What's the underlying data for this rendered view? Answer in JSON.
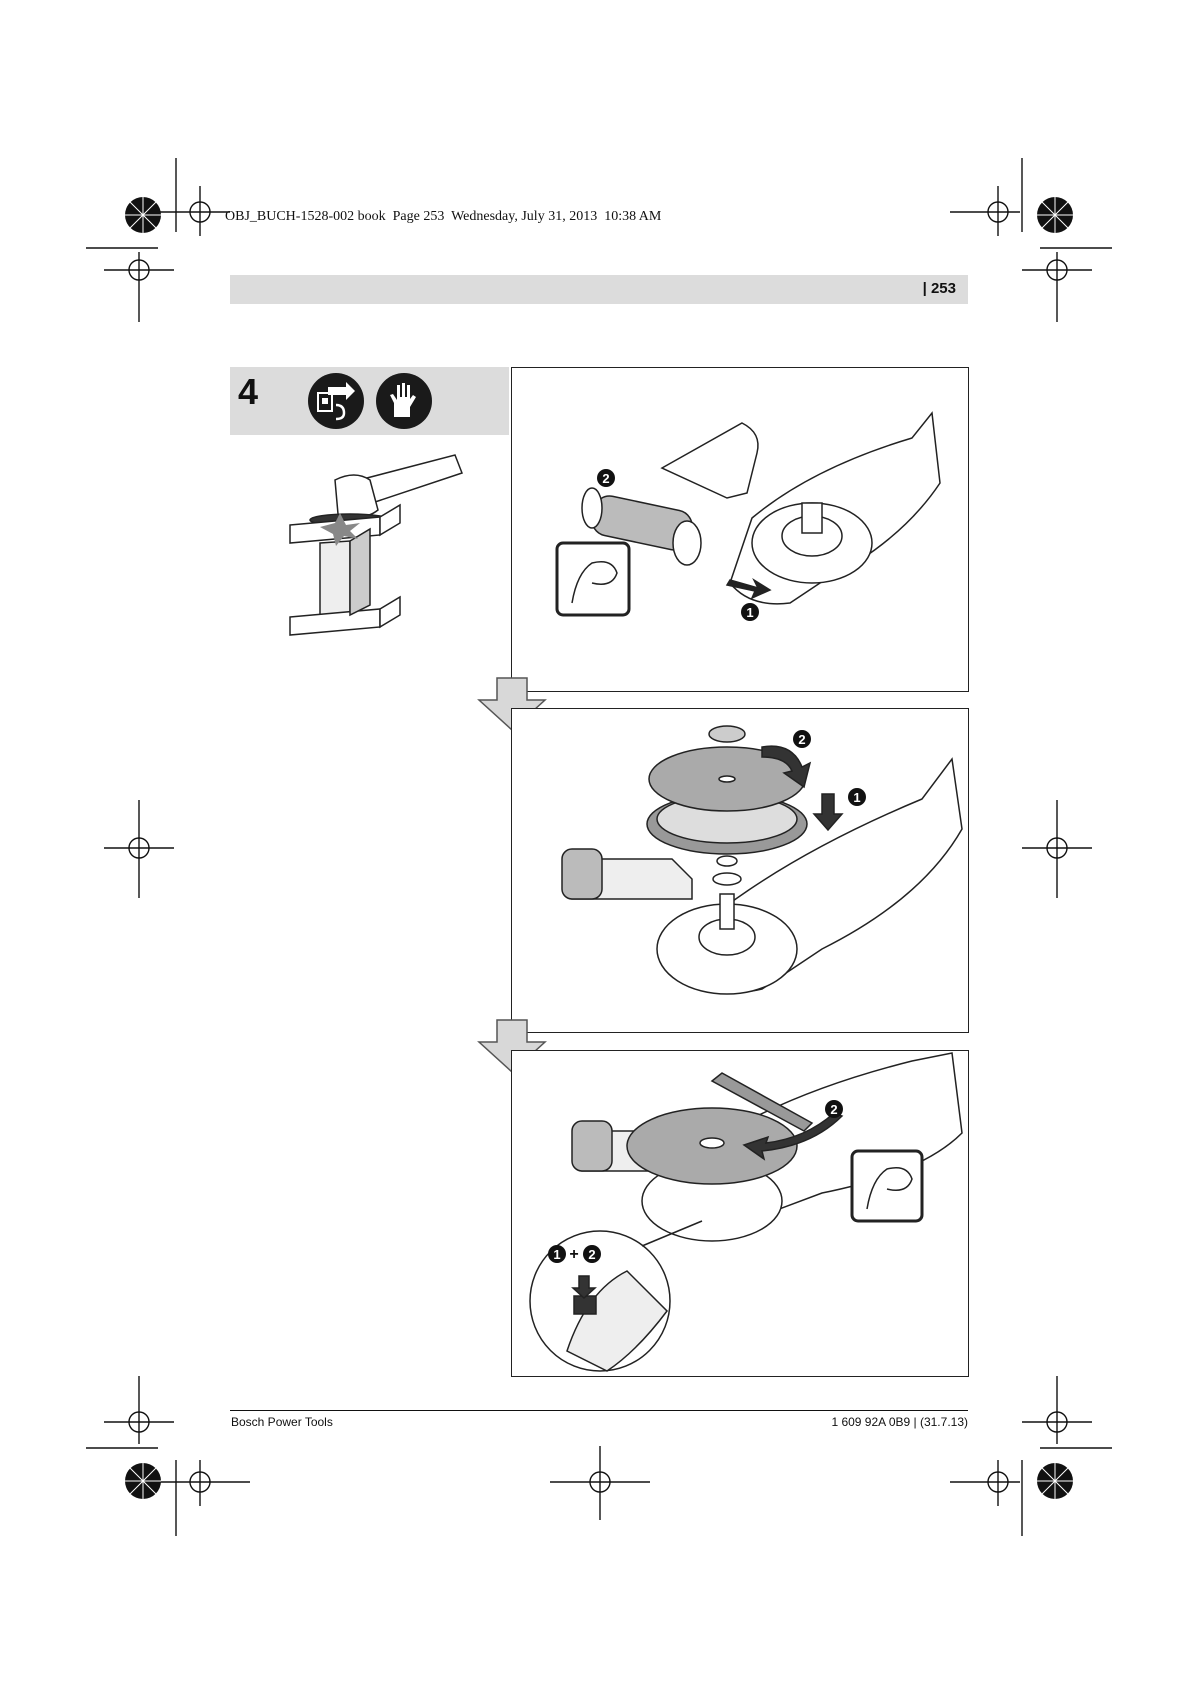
{
  "slug_line": "OBJ_BUCH-1528-002 book  Page 253  Wednesday, July 31, 2013  10:38 AM",
  "header": {
    "page_number": "| 253"
  },
  "step": {
    "number": "4",
    "icons": [
      "unplug-icon",
      "gloves-icon"
    ]
  },
  "panels": [
    {
      "callouts": [
        "2",
        "1"
      ]
    },
    {
      "callouts": [
        "2",
        "1"
      ]
    },
    {
      "callouts": [
        "2",
        "1",
        "+",
        "2"
      ]
    }
  ],
  "footer": {
    "left": "Bosch Power Tools",
    "right": "1 609 92A 0B9 | (31.7.13)"
  },
  "colors": {
    "header_bar": "#dcdcdc",
    "ink": "#111111",
    "arrow_fill": "#d8d8d8"
  }
}
